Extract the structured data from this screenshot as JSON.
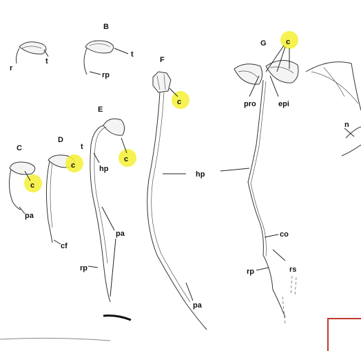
{
  "panels": {
    "A": {
      "letter": ""
    },
    "B": {
      "letter": "B"
    },
    "C": {
      "letter": "C"
    },
    "D": {
      "letter": "D"
    },
    "E": {
      "letter": "E"
    },
    "F": {
      "letter": "F"
    },
    "G": {
      "letter": "G"
    }
  },
  "labels": {
    "r": "r",
    "t": "t",
    "rp": "rp",
    "c": "c",
    "pa": "pa",
    "cf": "cf",
    "hp": "hp",
    "pro": "pro",
    "epi": "epi",
    "co": "co",
    "rs": "rs",
    "n": "n"
  },
  "colors": {
    "highlight": "#f5f033",
    "ink": "#333333",
    "frame": "#c0392b"
  }
}
